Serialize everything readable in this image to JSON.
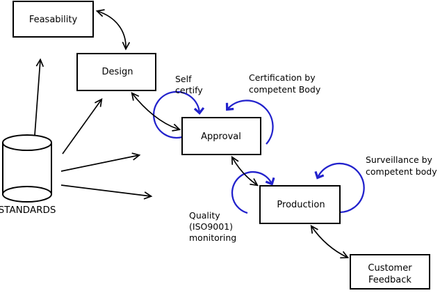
{
  "diagram": {
    "nodes": {
      "feasability": {
        "label": "Feasability"
      },
      "design": {
        "label": "Design"
      },
      "approval": {
        "label": "Approval"
      },
      "production": {
        "label": "Production"
      },
      "customer_feedback": {
        "line1": "Customer",
        "line2": "Feedback"
      },
      "standards": {
        "label": "STANDARDS"
      }
    },
    "annotations": {
      "self_certify": {
        "line1": "Self",
        "line2": "certify"
      },
      "certification": {
        "line1": "Certification by",
        "line2": "competent Body"
      },
      "surveillance": {
        "line1": "Surveillance by",
        "line2": "competent body"
      },
      "quality_monitoring": {
        "line1": "Quality",
        "line2": "(ISO9001)",
        "line3": "monitoring"
      }
    },
    "colors": {
      "annotation_blue": "#2222cc",
      "line_black": "#000000",
      "background": "#ffffff"
    }
  }
}
